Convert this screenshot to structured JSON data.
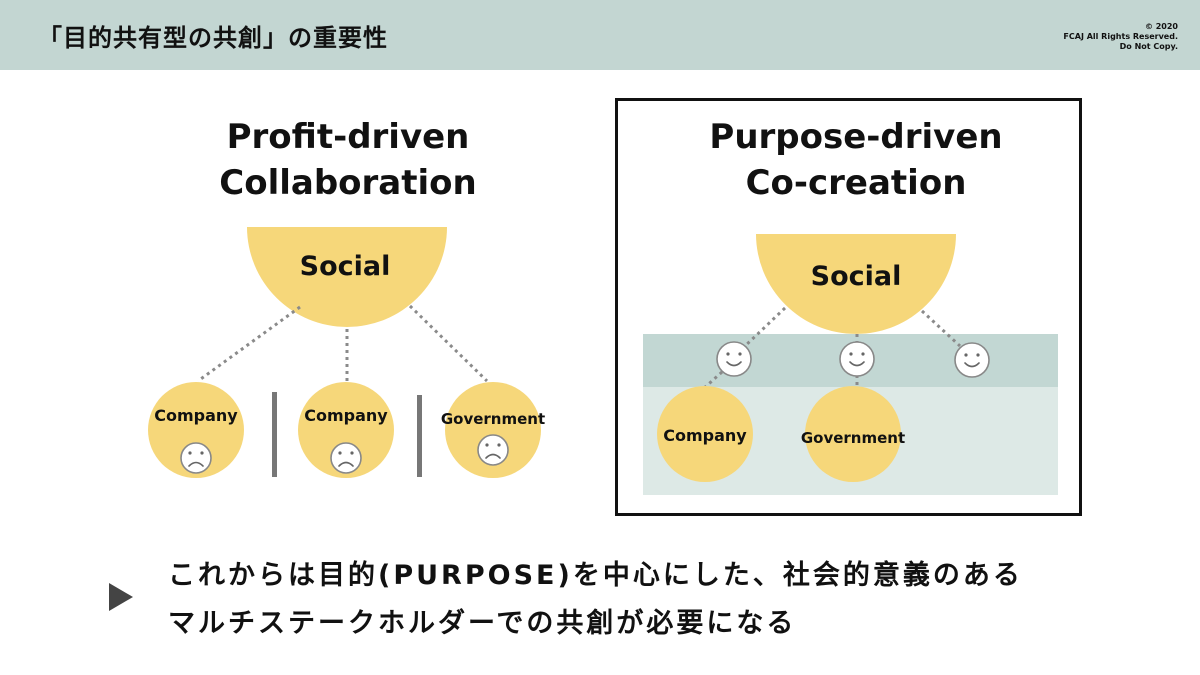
{
  "header": {
    "title": "「目的共有型の共創」の重要性",
    "copyright": [
      "© 2020",
      "FCAJ All Rights Reserved.",
      "Do Not Copy."
    ]
  },
  "colors": {
    "header_bg": "#c3d6d2",
    "circle_fill": "#f6d77a",
    "band_dark": "#c2d7d3",
    "band_light": "#dde9e6",
    "frame": "#111111"
  },
  "left_panel": {
    "title_lines": [
      "Profit-driven",
      "Collaboration"
    ],
    "top_node": "Social",
    "nodes": [
      "Company",
      "Company",
      "Government"
    ],
    "node_faces": [
      "sad-face-icon",
      "sad-face-icon",
      "sad-face-icon"
    ],
    "separators": 2
  },
  "right_panel": {
    "title_lines": [
      "Purpose-driven",
      "Co-creation"
    ],
    "top_node": "Social",
    "shared_faces": [
      "smiley-face-icon",
      "smiley-face-icon",
      "smiley-face-icon"
    ],
    "nodes": [
      "Company",
      "Government"
    ]
  },
  "message": {
    "lines": [
      "これからは目的(PURPOSE)を中心にした、社会的意義のある",
      "マルチステークホルダーでの共創が必要になる"
    ]
  }
}
